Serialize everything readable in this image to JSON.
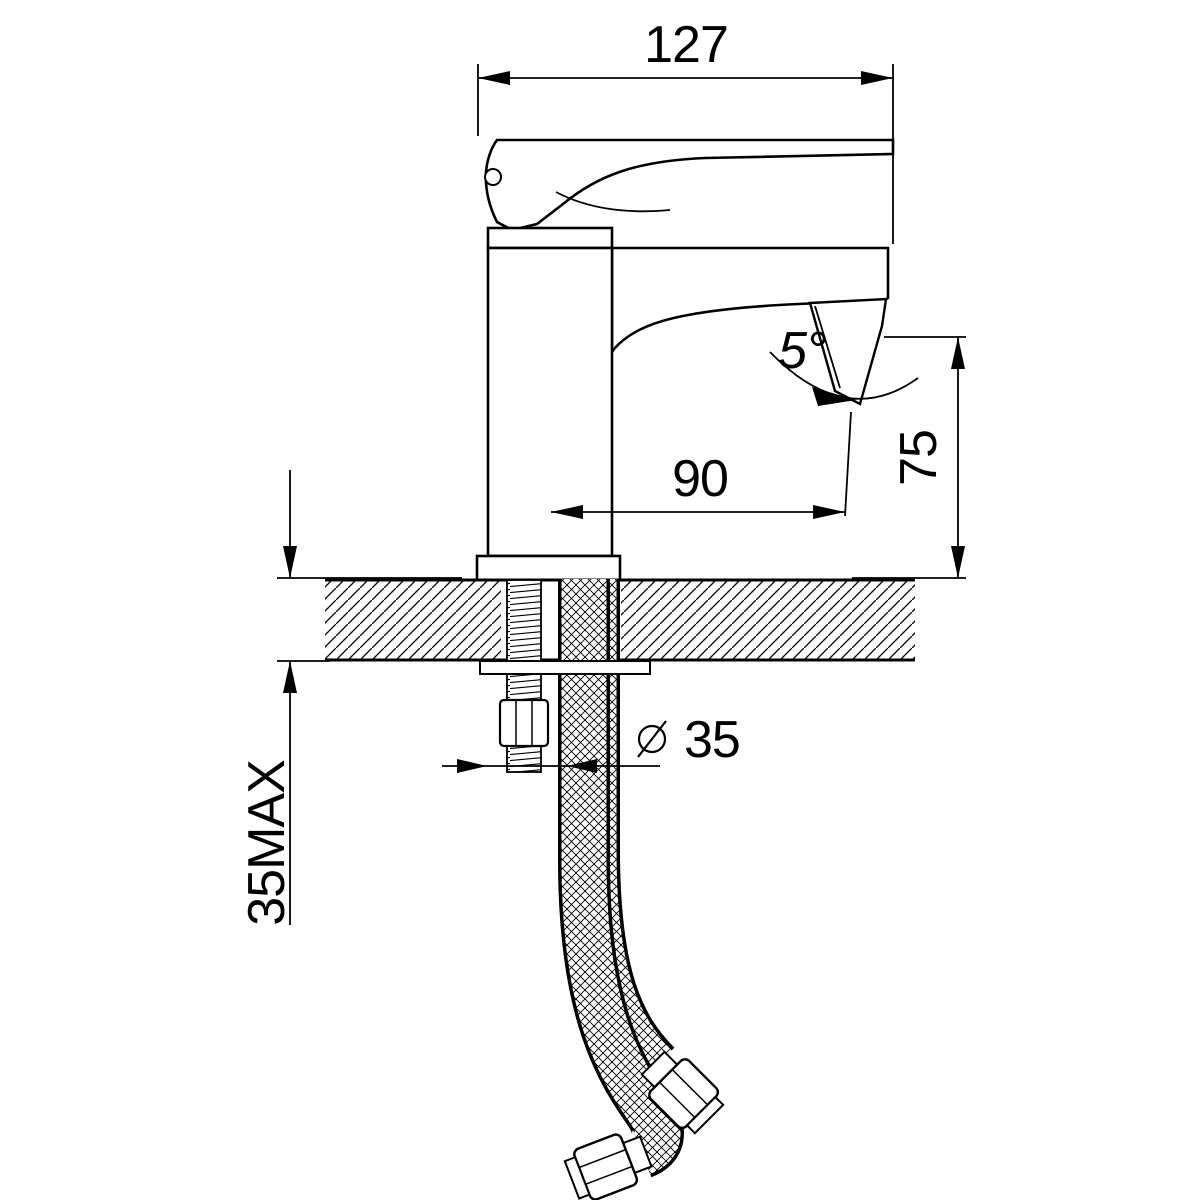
{
  "labels": {
    "overall_length": "127",
    "spout_reach": "90",
    "spout_height": "75",
    "spout_angle": "5°",
    "hole_diameter_symbol": "⌀",
    "hole_diameter": "35",
    "max_deck_thickness": "35MAX"
  },
  "colors": {
    "line": "#000000",
    "background": "#ffffff"
  }
}
